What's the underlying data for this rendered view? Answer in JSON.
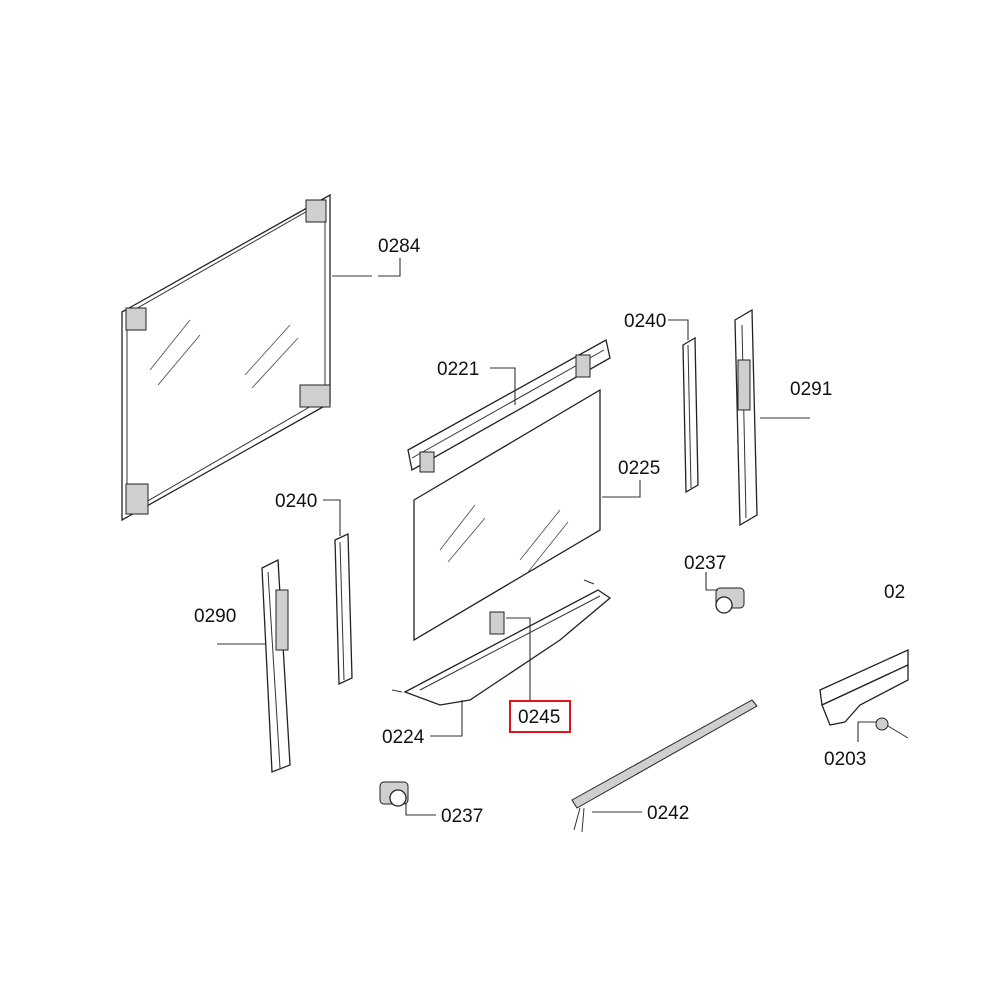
{
  "diagram": {
    "labels": {
      "p0284": "0284",
      "p0240_top": "0240",
      "p0221": "0221",
      "p0291": "0291",
      "p0225": "0225",
      "p0240_left": "0240",
      "p0237_right": "0237",
      "p02_cut": "02",
      "p0290": "0290",
      "p0245": "0245",
      "p0224": "0224",
      "p0203": "0203",
      "p0237_bottom": "0237",
      "p0242": "0242"
    },
    "highlight_color": "#e0151b"
  }
}
